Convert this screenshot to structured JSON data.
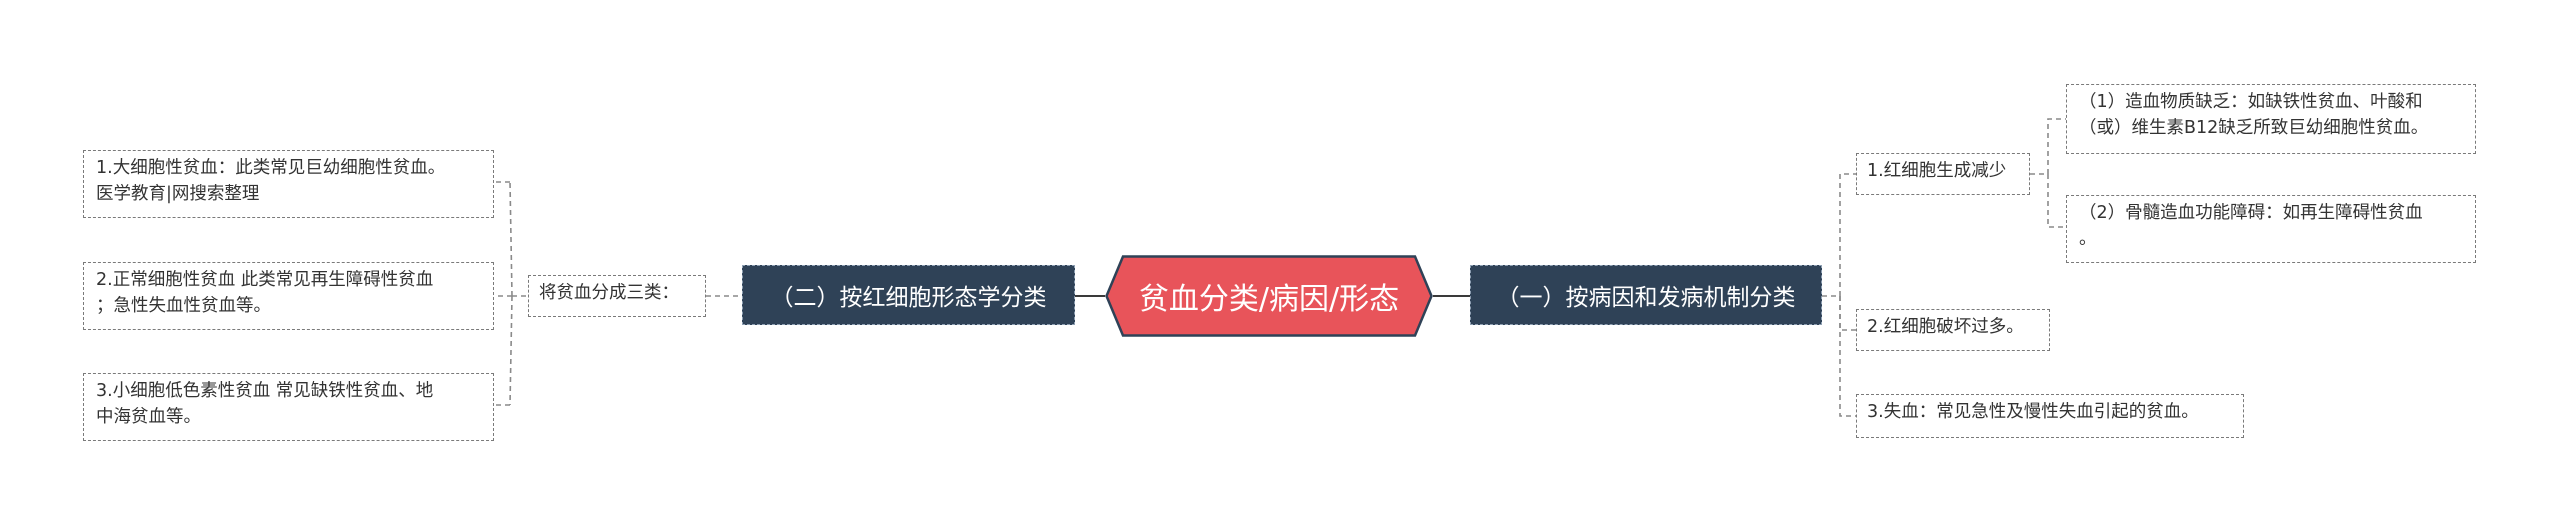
{
  "root": {
    "label": "贫血分类/病因/形态"
  },
  "left_branch": {
    "label": "（二）按红细胞形态学分类",
    "sub": {
      "label": "将贫血分成三类：",
      "items": [
        {
          "line1": "1.大细胞性贫血：此类常见巨幼细胞性贫血。",
          "line2": "医学教育|网搜索整理"
        },
        {
          "line1": "2.正常细胞性贫血 此类常见再生障碍性贫血",
          "line2": "；急性失血性贫血等。"
        },
        {
          "line1": "3.小细胞低色素性贫血 常见缺铁性贫血、地",
          "line2": "中海贫血等。"
        }
      ]
    }
  },
  "right_branch": {
    "label": "（一）按病因和发病机制分类",
    "items": [
      {
        "label": "1.红细胞生成减少",
        "children": [
          {
            "line1": "（1）造血物质缺乏：如缺铁性贫血、叶酸和",
            "line2": "（或）维生素B12缺乏所致巨幼细胞性贫血。"
          },
          {
            "line1": "（2）骨髓造血功能障碍：如再生障碍性贫血",
            "line2": "。"
          }
        ]
      },
      {
        "label": "2.红细胞破坏过多。"
      },
      {
        "label": "3.失血：常见急性及慢性失血引起的贫血。"
      }
    ]
  },
  "colors": {
    "root_fill": "#e8545a",
    "root_stroke": "#2f4257",
    "branch_fill": "#2f4257",
    "connector": "#7a7a7a"
  }
}
